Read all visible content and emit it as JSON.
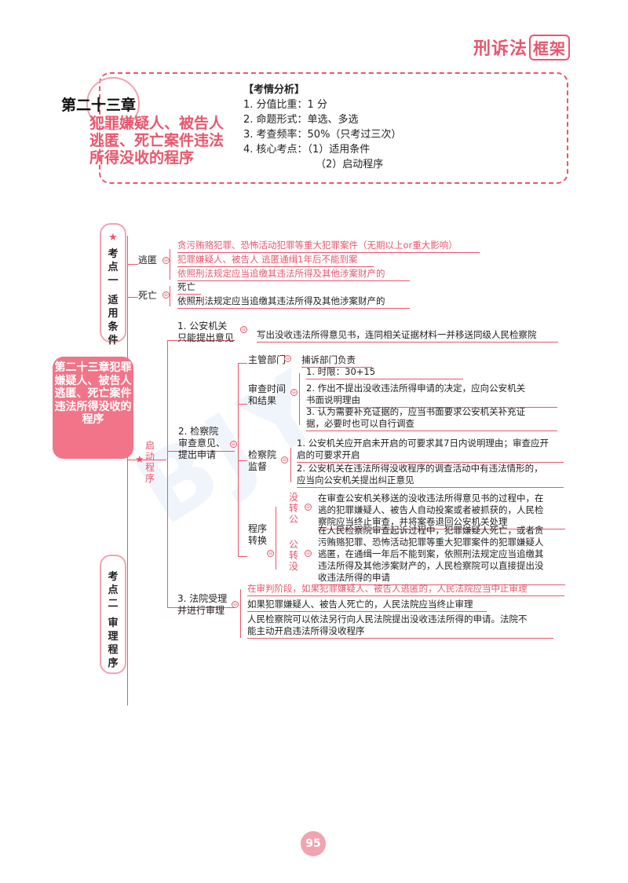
{
  "brand": {
    "text": "刑诉法",
    "boxed": "框架"
  },
  "chapter": {
    "number": "第二十三章",
    "title": "犯罪嫌疑人、被告人逃匿、死亡案件违法所得没收的程序"
  },
  "analysis": {
    "heading": "【考情分析】",
    "line1": "1. 分值比重：1 分",
    "line2": "2. 命题形式：单选、多选",
    "line3": "3. 考查频率：50%（只考过三次）",
    "line4": "4. 核心考点：（1）适用条件",
    "line5": "（2）启动程序"
  },
  "center": {
    "text": "第二十三章犯罪嫌疑人、被告人逃匿、死亡案件违法所得没收的程序"
  },
  "kaodian1": {
    "star": "★",
    "label": "考点一",
    "title": "适用条件"
  },
  "kaodian2": {
    "label": "考点二",
    "title": "审理程序"
  },
  "taoni": {
    "label": "逃匿",
    "items": [
      "贪污贿赂犯罪、恐怖活动犯罪等重大犯罪案件（无期以上or重大影响）",
      "犯罪嫌疑人、被告人 逃匿通缉1年后不能到案",
      "依照刑法规定应当追缴其违法所得及其他涉案财产的"
    ]
  },
  "siwang": {
    "label": "死亡",
    "items": [
      "死亡",
      "依照刑法规定应当追缴其违法所得及其他涉案财产的"
    ]
  },
  "qidong": {
    "star": "★",
    "label": "启动程序"
  },
  "b1": {
    "label1": "1. 公安机关",
    "label2": "只能提出意见",
    "text": "写出没收违法所得意见书，连同相关证据材料一并移送同级人民检察院"
  },
  "b2": {
    "label1": "2. 检察院",
    "label2": "审查意见、",
    "label3": "提出申请",
    "zhuguan": {
      "label": "主管部门",
      "text": "捕诉部门负责"
    },
    "shencha": {
      "label1": "审查时间",
      "label2": "和结果",
      "i1": "1.  时限：30+15",
      "i2a": "2. 作出不提出没收违法所得申请的决定，应向公安机关",
      "i2b": "书面说明理由",
      "i3a": "3.  认为需要补充证据的，应当书面要求公安机关补充证",
      "i3b": "据，必要时也可以自行调查"
    },
    "jiandu": {
      "label1": "检察院",
      "label2": "监督",
      "i1a": "1. 公安机关应开启未开启的可要求其7日内说明理由；审查应开",
      "i1b": "启的可要求开启",
      "i2a": "2.  公安机关在违法所得没收程序的调查活动中有违法情形的，",
      "i2b": "应当向公安机关提出纠正意见"
    },
    "zhuanhuan": {
      "label1": "程序",
      "label2": "转换",
      "a_tag": "没转公",
      "a1": "在审查公安机关移送的没收违法所得意见书的过程中，在",
      "a2": "逃的犯罪嫌疑人、被告人自动投案或者被抓获的，人民检",
      "a3": "察院应当终止审查，并将案卷退回公安机关处理",
      "b_tag": "公转没",
      "b1": "在人民检察院审查起诉过程中，犯罪嫌疑人死亡，或者贪",
      "b2": "污贿赂犯罪、恐怖活动犯罪等重大犯罪案件的犯罪嫌疑人",
      "b3": "逃匿，在通缉一年后不能到案，依照刑法规定应当追缴其",
      "b4": "违法所得及其他涉案财产的，人民检察院可以直接提出没",
      "b5": "收违法所得的申请"
    }
  },
  "b3": {
    "label1": "3. 法院受理",
    "label2": "并进行审理",
    "i1": "在审判阶段，如果犯罪嫌疑人、被告人逃匿的，人民法院应当中止审理",
    "i2": "如果犯罪嫌疑人、被告人死亡的，人民法院应当终止审理",
    "i3a": "人民检察院可以依法另行向人民法院提出没收违法所得的申请。法院不",
    "i3b": "能主动开启违法所得没收程序"
  },
  "page_number": "95"
}
